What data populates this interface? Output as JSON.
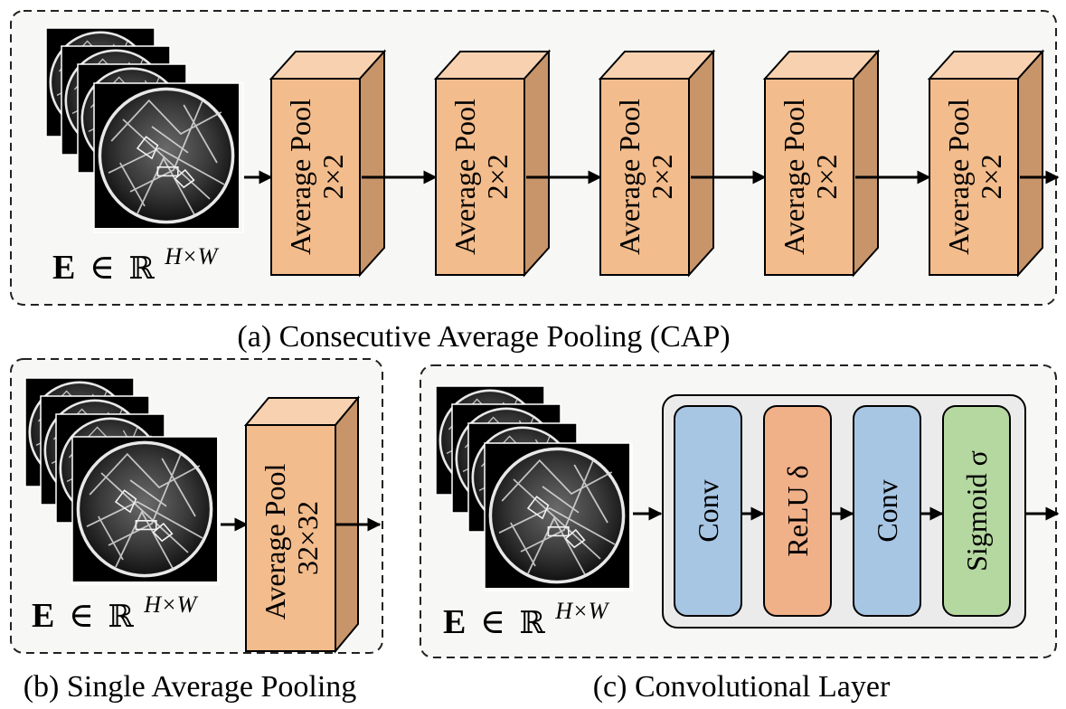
{
  "panel_a": {
    "caption": "(a) Consecutive Average Pooling (CAP)",
    "input_label": {
      "bold": "E",
      "op": "∈",
      "set": "ℝ",
      "sup": "H×W"
    },
    "blocks": [
      {
        "line1": "Average Pool",
        "line2": "2×2"
      },
      {
        "line1": "Average Pool",
        "line2": "2×2"
      },
      {
        "line1": "Average Pool",
        "line2": "2×2"
      },
      {
        "line1": "Average Pool",
        "line2": "2×2"
      },
      {
        "line1": "Average Pool",
        "line2": "2×2"
      }
    ]
  },
  "panel_b": {
    "caption": "(b) Single Average Pooling",
    "input_label": {
      "bold": "E",
      "op": "∈",
      "set": "ℝ",
      "sup": "H×W"
    },
    "block": {
      "line1": "Average Pool",
      "line2": "32×32"
    }
  },
  "panel_c": {
    "caption": "(c) Convolutional Layer",
    "input_label": {
      "bold": "E",
      "op": "∈",
      "set": "ℝ",
      "sup": "H×W"
    },
    "layers": [
      {
        "label": "Conv",
        "color": "#a7c6e4"
      },
      {
        "label": "ReLU δ",
        "color": "#f0b088"
      },
      {
        "label": "Conv",
        "color": "#a7c6e4"
      },
      {
        "label": "Sigmoid σ",
        "color": "#b5d8a0"
      }
    ]
  },
  "colors": {
    "block_front": "#f3bc8c",
    "block_top": "#f8d2b0",
    "block_side": "#c8956a",
    "panel_bg": "#f7f7f5",
    "layer_group_bg": "#ebebeb"
  }
}
